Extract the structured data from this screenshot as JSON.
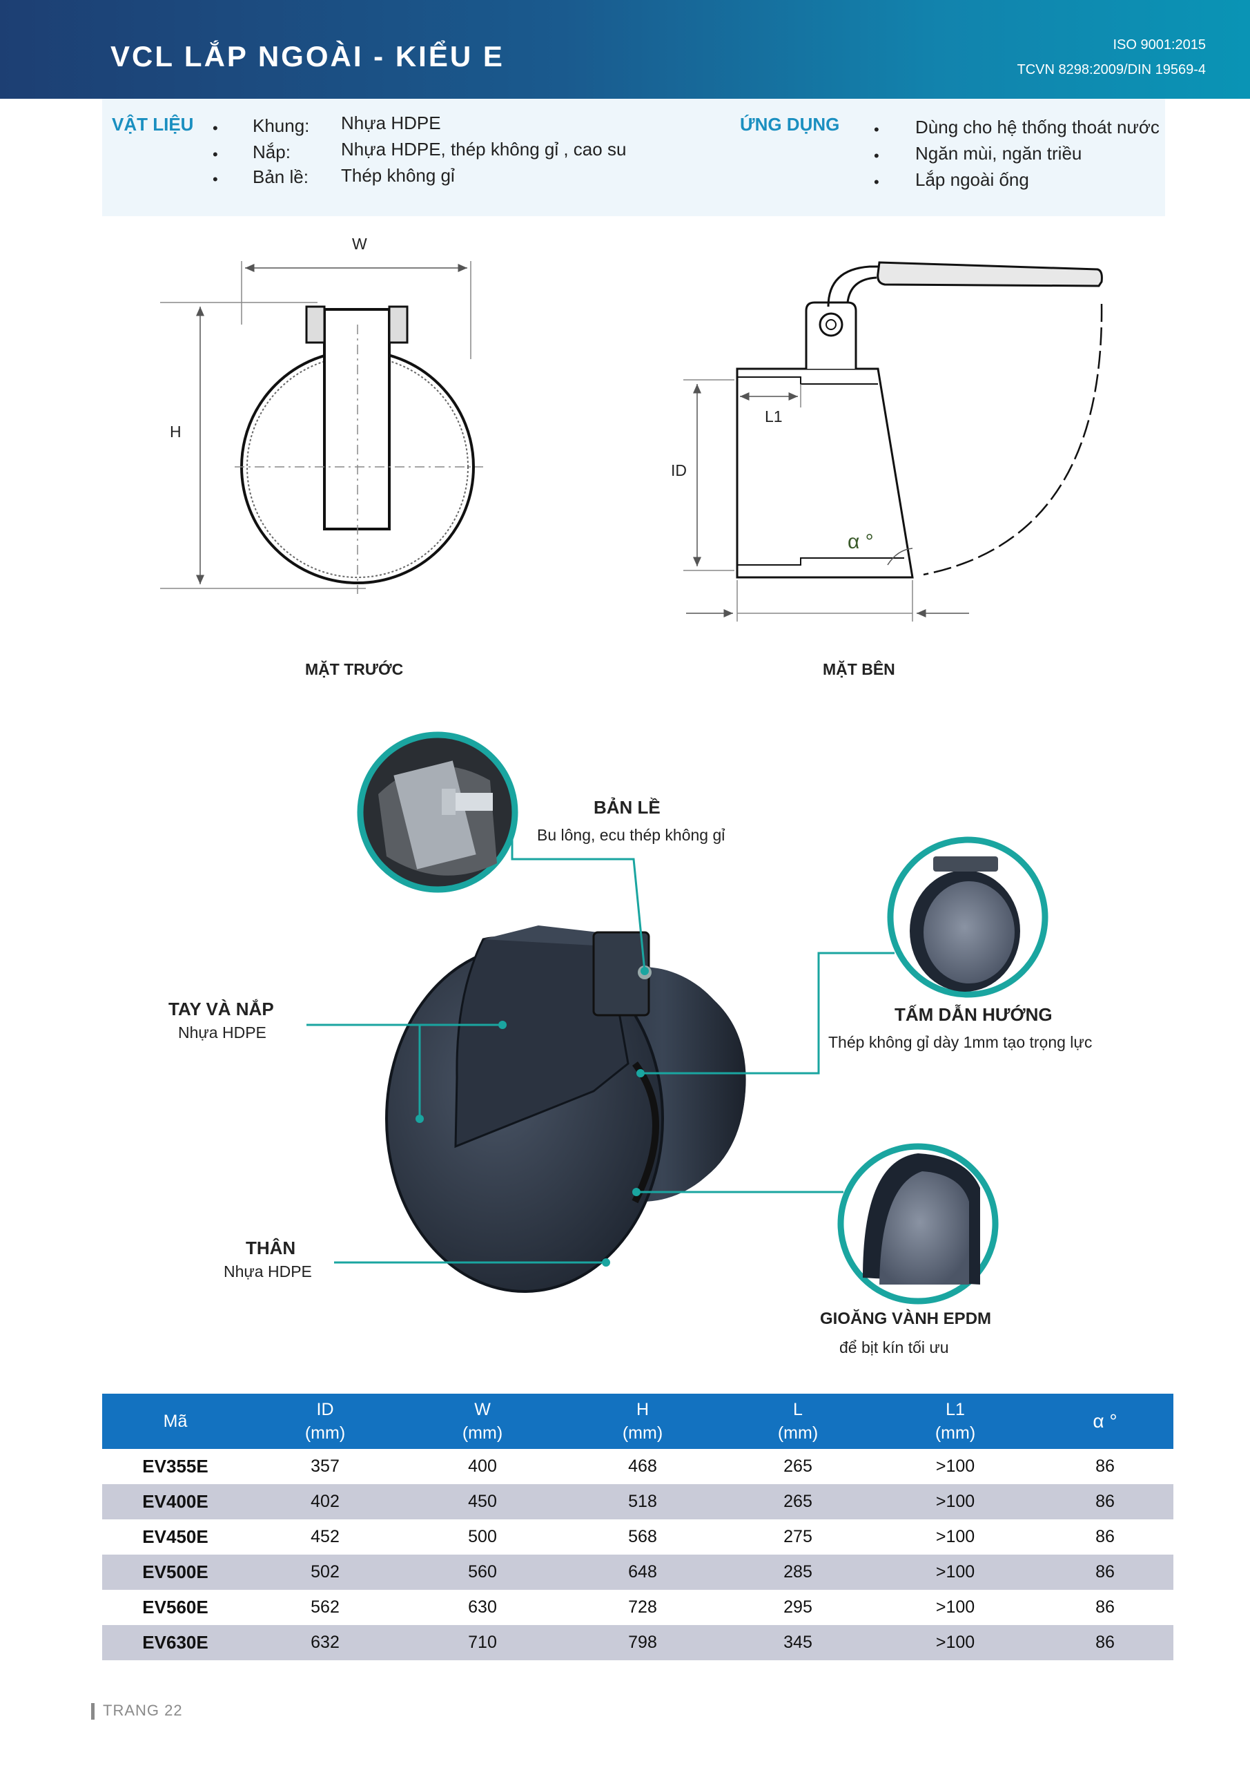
{
  "header": {
    "title": "VCL LẮP NGOÀI - KIỂU E",
    "standard_1": "ISO 9001:2015",
    "standard_2": "TCVN 8298:2009/DIN 19569-4"
  },
  "materials": {
    "heading": "VẬT LIỆU",
    "items": [
      {
        "label": "Khung:",
        "value": "Nhựa HDPE"
      },
      {
        "label": "Nắp:",
        "value": "Nhựa HDPE, thép không gỉ , cao su"
      },
      {
        "label": "Bản lề:",
        "value": "Thép không gỉ"
      }
    ]
  },
  "applications": {
    "heading": "ỨNG DỤNG",
    "items": [
      "Dùng  cho hệ thống thoát nước",
      "Ngăn mùi, ngăn triều",
      "Lắp ngoài ống"
    ]
  },
  "bullet": "•",
  "drawings": {
    "front_label": "MẶT TRƯỚC",
    "side_label": "MẶT BÊN",
    "dim_w": "W",
    "dim_h": "H",
    "dim_id": "ID",
    "dim_l1": "L1",
    "dim_alpha": "α °"
  },
  "components": {
    "hinge": {
      "title": "BẢN LỀ",
      "desc": "Bu lông, ecu thép không gỉ"
    },
    "arm_cover": {
      "title": "TAY VÀ NẮP",
      "desc": "Nhựa HDPE"
    },
    "guide_plate": {
      "title": "TẤM DẪN HƯỚNG",
      "desc": "Thép không gỉ dày 1mm tạo trọng lực"
    },
    "body": {
      "title": "THÂN",
      "desc": "Nhựa HDPE"
    },
    "gasket": {
      "title": "GIOĂNG VÀNH EPDM",
      "desc": "để bịt kín tối ưu"
    }
  },
  "table": {
    "headers": [
      {
        "name": "Mã",
        "unit": ""
      },
      {
        "name": "ID",
        "unit": "(mm)"
      },
      {
        "name": "W",
        "unit": "(mm)"
      },
      {
        "name": "H",
        "unit": "(mm)"
      },
      {
        "name": "L",
        "unit": "(mm)"
      },
      {
        "name": "L1",
        "unit": "(mm)"
      },
      {
        "name": "α °",
        "unit": ""
      }
    ],
    "rows": [
      [
        "EV355E",
        "357",
        "400",
        "468",
        "265",
        ">100",
        "86"
      ],
      [
        "EV400E",
        "402",
        "450",
        "518",
        "265",
        ">100",
        "86"
      ],
      [
        "EV450E",
        "452",
        "500",
        "568",
        "275",
        ">100",
        "86"
      ],
      [
        "EV500E",
        "502",
        "560",
        "648",
        "285",
        ">100",
        "86"
      ],
      [
        "EV560E",
        "562",
        "630",
        "728",
        "295",
        ">100",
        "86"
      ],
      [
        "EV630E",
        "632",
        "710",
        "798",
        "345",
        ">100",
        "86"
      ]
    ]
  },
  "footer": {
    "page": "TRANG 22"
  },
  "colors": {
    "accent": "#1a8fc0",
    "callout": "#1aa5a0",
    "table_header": "#1372c0"
  }
}
